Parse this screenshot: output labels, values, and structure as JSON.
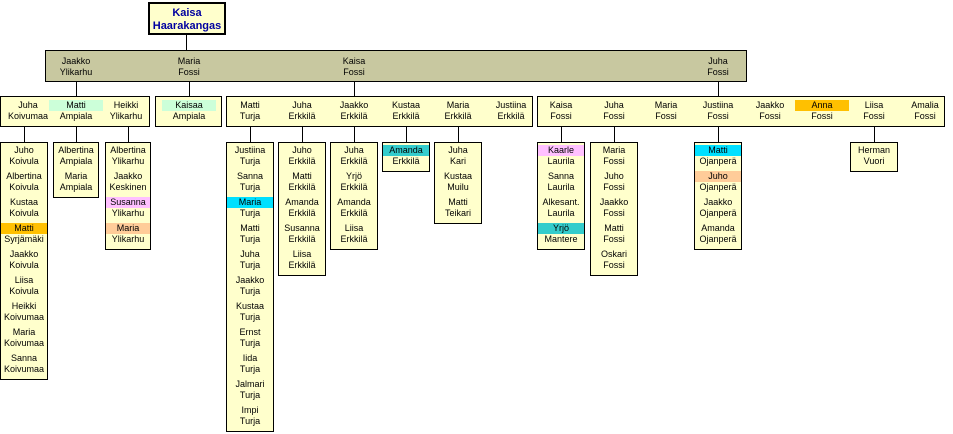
{
  "colors": {
    "box_bg": "#ffffcc",
    "level1_bar": "#c8c8a0",
    "root_text": "#0000a0",
    "mint": "#ccffd9",
    "cyan": "#00e0ff",
    "orange": "#ffc000",
    "pink": "#ffc0ff",
    "salmon": "#ffcc99",
    "teal": "#33cccc"
  },
  "root": {
    "first": "Kaisa",
    "last": "Haarakangas"
  },
  "children": [
    {
      "first": "Jaakko",
      "last": "Ylikarhu"
    },
    {
      "first": "Maria",
      "last": "Fossi"
    },
    {
      "first": "Kaisa",
      "last": "Fossi"
    },
    {
      "first": "Juha",
      "last": "Fossi"
    }
  ],
  "grandchildren": {
    "jaakko_ylikarhu": [
      {
        "first": "Juha",
        "last": "Koivumaa"
      },
      {
        "first": "Matti",
        "last": "Ampiala",
        "hl": "mint"
      },
      {
        "first": "Heikki",
        "last": "Ylikarhu"
      }
    ],
    "maria_fossi": [
      {
        "first": "Kaisaa",
        "last": "Ampiala",
        "hl": "mint"
      }
    ],
    "kaisa_fossi": [
      {
        "first": "Matti",
        "last": "Turja"
      },
      {
        "first": "Juha",
        "last": "Erkkilä"
      },
      {
        "first": "Jaakko",
        "last": "Erkkilä"
      },
      {
        "first": "Kustaa",
        "last": "Erkkilä"
      },
      {
        "first": "Maria",
        "last": "Erkkilä"
      },
      {
        "first": "Justiina",
        "last": "Erkkilä"
      }
    ],
    "juha_fossi": [
      {
        "first": "Kaisa",
        "last": "Fossi"
      },
      {
        "first": "Juha",
        "last": "Fossi"
      },
      {
        "first": "Maria",
        "last": "Fossi"
      },
      {
        "first": "Justiina",
        "last": "Fossi"
      },
      {
        "first": "Jaakko",
        "last": "Fossi"
      },
      {
        "first": "Anna",
        "last": "Fossi",
        "hl": "orange"
      },
      {
        "first": "Liisa",
        "last": "Fossi"
      },
      {
        "first": "Amalia",
        "last": "Fossi"
      }
    ]
  },
  "great_grandchildren": {
    "juha_koivumaa": [
      {
        "first": "Juho",
        "last": "Koivula"
      },
      {
        "first": "Albertina",
        "last": "Koivula"
      },
      {
        "first": "Kustaa",
        "last": "Koivula"
      },
      {
        "first": "Matti",
        "last": "Syrjämäki",
        "hl": "orange"
      },
      {
        "first": "Jaakko",
        "last": "Koivula"
      },
      {
        "first": "Liisa",
        "last": "Koivula"
      },
      {
        "first": "Heikki",
        "last": "Koivumaa"
      },
      {
        "first": "Maria",
        "last": "Koivumaa"
      },
      {
        "first": "Sanna",
        "last": "Koivumaa"
      }
    ],
    "matti_ampiala": [
      {
        "first": "Albertina",
        "last": "Ampiala"
      },
      {
        "first": "Maria",
        "last": "Ampiala"
      }
    ],
    "heikki_ylikarhu": [
      {
        "first": "Albertina",
        "last": "Ylikarhu"
      },
      {
        "first": "Jaakko",
        "last": "Keskinen"
      },
      {
        "first": "Susanna",
        "last": "Ylikarhu",
        "hl": "pink"
      },
      {
        "first": "Maria",
        "last": "Ylikarhu",
        "hl": "salmon"
      }
    ],
    "matti_turja": [
      {
        "first": "Justiina",
        "last": "Turja"
      },
      {
        "first": "Sanna",
        "last": "Turja"
      },
      {
        "first": "Maria",
        "last": "Turja",
        "hl": "cyan"
      },
      {
        "first": "Matti",
        "last": "Turja"
      },
      {
        "first": "Juha",
        "last": "Turja"
      },
      {
        "first": "Jaakko",
        "last": "Turja"
      },
      {
        "first": "Kustaa",
        "last": "Turja"
      },
      {
        "first": "Ernst",
        "last": "Turja"
      },
      {
        "first": "Iida",
        "last": "Turja"
      },
      {
        "first": "Jalmari",
        "last": "Turja"
      },
      {
        "first": "Impi",
        "last": "Turja"
      }
    ],
    "juha_erkkila": [
      {
        "first": "Juho",
        "last": "Erkkilä"
      },
      {
        "first": "Matti",
        "last": "Erkkilä"
      },
      {
        "first": "Amanda",
        "last": "Erkkilä"
      },
      {
        "first": "Susanna",
        "last": "Erkkilä"
      },
      {
        "first": "Liisa",
        "last": "Erkkilä"
      }
    ],
    "jaakko_erkkila": [
      {
        "first": "Juha",
        "last": "Erkkilä"
      },
      {
        "first": "Yrjö",
        "last": "Erkkilä"
      },
      {
        "first": "Amanda",
        "last": "Erkkilä"
      },
      {
        "first": "Liisa",
        "last": "Erkkilä"
      }
    ],
    "kustaa_erkkila": [
      {
        "first": "Amanda",
        "last": "Erkkilä",
        "hl": "teal"
      }
    ],
    "maria_erkkila": [
      {
        "first": "Juha",
        "last": "Kari"
      },
      {
        "first": "Kustaa",
        "last": "Muilu"
      },
      {
        "first": "Matti",
        "last": "Teikari"
      }
    ],
    "kaisa_fossi_g": [
      {
        "first": "Kaarle",
        "last": "Laurila",
        "hl": "pink"
      },
      {
        "first": "Sanna",
        "last": "Laurila"
      },
      {
        "first": "Alkesant.",
        "last": "Laurila"
      },
      {
        "first": "Yrjö",
        "last": "Mantere",
        "hl": "teal"
      }
    ],
    "juha_fossi_g": [
      {
        "first": "Maria",
        "last": "Fossi"
      },
      {
        "first": "Juho",
        "last": "Fossi"
      },
      {
        "first": "Jaakko",
        "last": "Fossi"
      },
      {
        "first": "Matti",
        "last": "Fossi"
      },
      {
        "first": "Oskari",
        "last": "Fossi"
      }
    ],
    "justiina_fossi": [
      {
        "first": "Matti",
        "last": "Ojanperä",
        "hl": "cyan"
      },
      {
        "first": "Juho",
        "last": "Ojanperä",
        "hl": "salmon"
      },
      {
        "first": "Jaakko",
        "last": "Ojanperä"
      },
      {
        "first": "Amanda",
        "last": "Ojanperä"
      }
    ],
    "liisa_fossi": [
      {
        "first": "Herman",
        "last": "Vuori"
      }
    ]
  }
}
